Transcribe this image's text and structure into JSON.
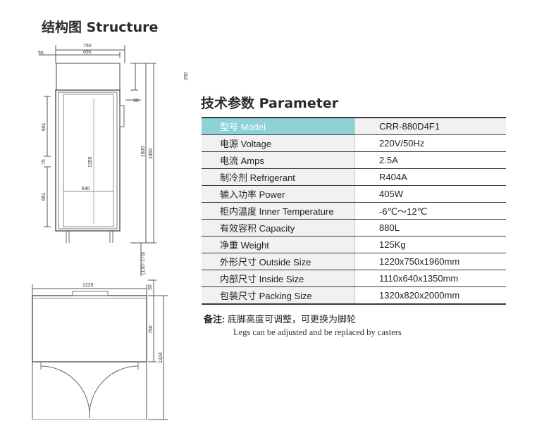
{
  "structure": {
    "title": "结构图 Structure",
    "side_view_dims": [
      "55",
      "750",
      "695",
      "290",
      "30",
      "661",
      "75",
      "1350",
      "661",
      "640",
      "1800",
      "1960",
      "(130~170)"
    ],
    "top_view_dims": [
      "1220",
      "30",
      "750",
      "1324"
    ]
  },
  "parameter": {
    "title": "技术参数 Parameter",
    "rows": [
      {
        "key": "型号 Model",
        "value": "CRR-880D4F1"
      },
      {
        "key": "电源 Voltage",
        "value": "220V/50Hz"
      },
      {
        "key": "电流 Amps",
        "value": "2.5A"
      },
      {
        "key": "制冷剂 Refrigerant",
        "value": "R404A"
      },
      {
        "key": "输入功率 Power",
        "value": "405W"
      },
      {
        "key": "柜内温度 Inner Temperature",
        "value": "-6℃～12℃"
      },
      {
        "key": "有效容积 Capacity",
        "value": "880L"
      },
      {
        "key": "净重 Weight",
        "value": "125Kg"
      },
      {
        "key": "外形尺寸 Outside Size",
        "value": "1220x750x1960mm"
      },
      {
        "key": "内部尺寸 Inside Size",
        "value": "1110x640x1350mm"
      },
      {
        "key": "包装尺寸 Packing Size",
        "value": "1320x820x2000mm"
      }
    ],
    "highlight_color": "#8dd2d6"
  },
  "note": {
    "label": "备注:",
    "text_cn": "底脚高度可调整，可更换为脚轮",
    "text_en": "Legs can be adjusted and be replaced by casters"
  }
}
